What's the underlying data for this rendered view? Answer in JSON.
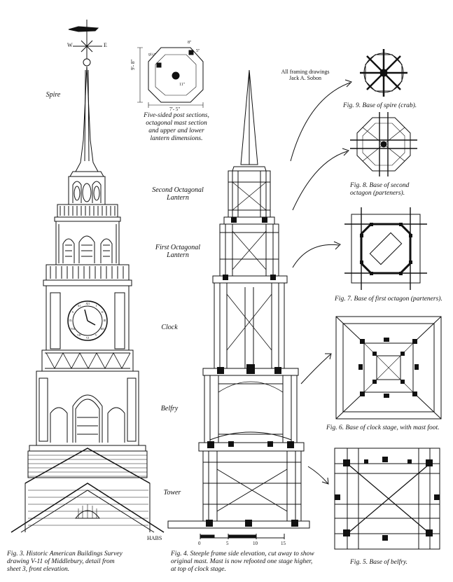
{
  "labels": {
    "spire": "Spire",
    "second_lantern": "Second Octagonal\nLantern",
    "first_lantern": "First Octagonal\nLantern",
    "clock": "Clock",
    "belfry": "Belfry",
    "tower": "Tower"
  },
  "compass": {
    "w": "W",
    "e": "E"
  },
  "plan_note": "Five-sided post sections,\noctagonal mast section\nand upper and lower\nlantern dimensions.",
  "plan_dims": {
    "left": "9'- 8\"",
    "bottom": "7'- 5\"",
    "top": "8\"",
    "tl": "9½\"",
    "side": "11\"",
    "small": "5\""
  },
  "credit": "All framing drawings\nJack A. Sobon",
  "habs": "HABS",
  "scale": {
    "ticks": [
      "0",
      "5",
      "10",
      "15"
    ]
  },
  "captions": {
    "fig3": "Fig. 3. Historic American Buildings Survey\ndrawing V-11 of Middlebury, detail from\nsheet 3, front elevation.",
    "fig4": "Fig. 4. Steeple frame side elevation, cut away to show\noriginal mast. Mast is now refooted one stage higher,\nat top of clock stage.",
    "fig9": "Fig. 9. Base of spire (crab).",
    "fig8": "Fig. 8. Base of second\noctagon (parteners).",
    "fig7": "Fig. 7. Base of first octagon (parteners).",
    "fig6": "Fig. 6. Base of clock stage, with mast foot.",
    "fig5": "Fig. 5. Base of belfry."
  },
  "clock_face": {
    "numerals": [
      "XII",
      "I",
      "II",
      "III",
      "IIII",
      "V",
      "VI",
      "VII",
      "VIII",
      "IX",
      "X",
      "XI"
    ]
  }
}
